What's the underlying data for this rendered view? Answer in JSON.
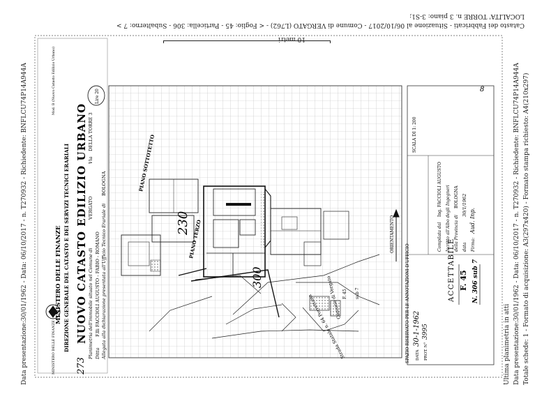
{
  "footer_top": {
    "line1": "Catasto dei Fabbricati - Situazione al 06/10/2017 - Comune di VERGATO (L762) - < Foglio: 45 - Particella: 306 - Subalterno: 7 >",
    "line2": "LOCALITA' TORRE n. 3 piano: 3-S1;",
    "scale": "10 metri"
  },
  "left_margin": {
    "line": "Data presentazione:30/01/1962 - Data: 06/10/2017 - n. T270932 - Richiedente: BNFLCU74P14A944A"
  },
  "right_margin": {
    "line1": "Data presentazione:30/01/1962 - Data: 06/10/2017 - n. T270932 - Richiedente: BNFLCU74P14A944A",
    "line2": "Totale schede: 1 - Formato di acquisizione: A3(297x420) - Formato stampa richiesto: A4(210x297)",
    "line3": "Ultima planimetria in atti"
  },
  "form": {
    "ministry": "MINISTERO DELLE FINANZE",
    "direction": "DIREZIONE GENERALE DEL CATASTO E DEI SERVIZI TECNICI ERARIALI",
    "title": "NUOVO CATASTO EDILIZIO URBANO",
    "title_prefix": "273",
    "model": "Mod. B (Nuovo Catasto Edilizio Urbano)",
    "lire": "Lire 20",
    "planimetria_label": "Planimetria dell'immobile situato nel Comune di",
    "comune": "VERGATO",
    "via_label": "Via",
    "via": "DELLA TORRE 3",
    "ditta_label": "Ditta",
    "ditta": "F.lli FACCIOLI AUGUSTO - FABIO - ROMANO",
    "allegata": "Allegata alla dichiarazione presentata all'Ufficio Tecnico Erariale di",
    "ufficio": "BOLOGNA",
    "piano_sottotetto": "PIANO SOTTOTETTO",
    "piano_terzo": "PIANO TERZO",
    "orientamento": "ORIENTAMENTO",
    "scala": "SCALA DI 1: 200",
    "compilata_label": "Compilata dal",
    "compilata": "Ing. FACCIOLI AUGUSTO",
    "iscritto_label": "Iscritto all'Albo degli",
    "albo": "Ingegneri",
    "provincia_label": "della Provincia di",
    "provincia": "BOLOGNA",
    "data_label": "data",
    "data": "30/1/1962",
    "firma_label": "Firma:",
    "firma": "Aud. Inp.",
    "spazio_riservato": "SPAZIO RISERVATO PER LE ANNOTAZIONI D'UFFICIO",
    "data_box_label": "DATA",
    "data_box": "30-1-1962",
    "prot_label": "PROT. N°",
    "prot": "3995",
    "accettabile": "ACCETTABILE",
    "foglio_stamp": "F. 45",
    "numero_stamp": "N. 306 sub 7",
    "handwritten_230": "230",
    "handwritten_300": "300",
    "corner_num": "8",
    "stamp_top": "MINISTERO DELLE FINANZE",
    "map_labels": {
      "strada": "Strada Statale n. 64 Porrettana",
      "comune_map": "Comune di Vergato",
      "foglio_map": "F. 45",
      "sub_map": "sub 7"
    }
  }
}
